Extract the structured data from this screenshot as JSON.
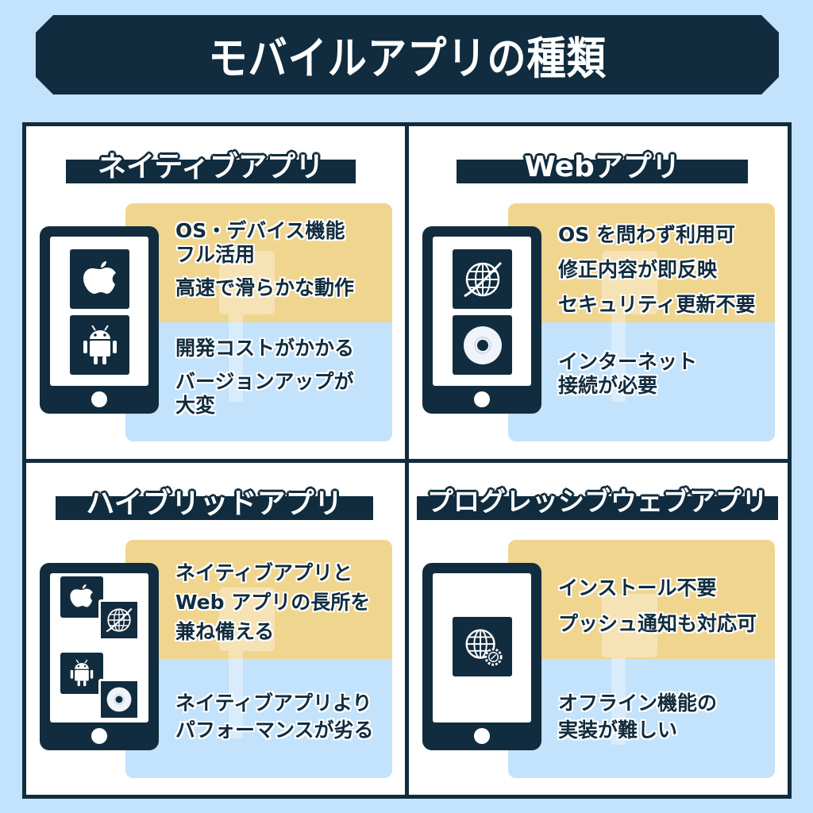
{
  "title": "モバイルアプリの種類",
  "colors": {
    "background": "#c3e2fb",
    "navy": "#112c3e",
    "pros_panel": "#f0d58f",
    "cons_panel": "#c3e2fb",
    "card": "#ffffff"
  },
  "cells": [
    {
      "heading": "ネイティブアプリ",
      "icons": [
        "apple-icon",
        "android-icon"
      ],
      "pros": [
        "OS・デバイス機能",
        "フル活用",
        "高速で滑らかな動作"
      ],
      "cons": [
        "開発コストがかかる",
        "バージョンアップが",
        "大変"
      ]
    },
    {
      "heading": "Webアプリ",
      "icons": [
        "globe-icon",
        "disc-icon"
      ],
      "pros": [
        "OS を問わず利用可",
        "修正内容が即反映",
        "セキュリティ更新不要"
      ],
      "cons": [
        "インターネット",
        "接続が必要"
      ]
    },
    {
      "heading": "ハイブリッドアプリ",
      "icons": [
        "apple-icon",
        "globe-icon",
        "android-icon",
        "disc-icon"
      ],
      "pros": [
        "ネイティブアプリと",
        "Web アプリの長所を",
        "兼ね備える"
      ],
      "cons": [
        "ネイティブアプリより",
        "パフォーマンスが劣る"
      ]
    },
    {
      "heading": "プログレッシブウェブアプリ",
      "icons": [
        "globe-gear-icon"
      ],
      "pros": [
        "インストール不要",
        "プッシュ通知も対応可"
      ],
      "cons": [
        "オフライン機能の",
        "実装が難しい"
      ]
    }
  ]
}
